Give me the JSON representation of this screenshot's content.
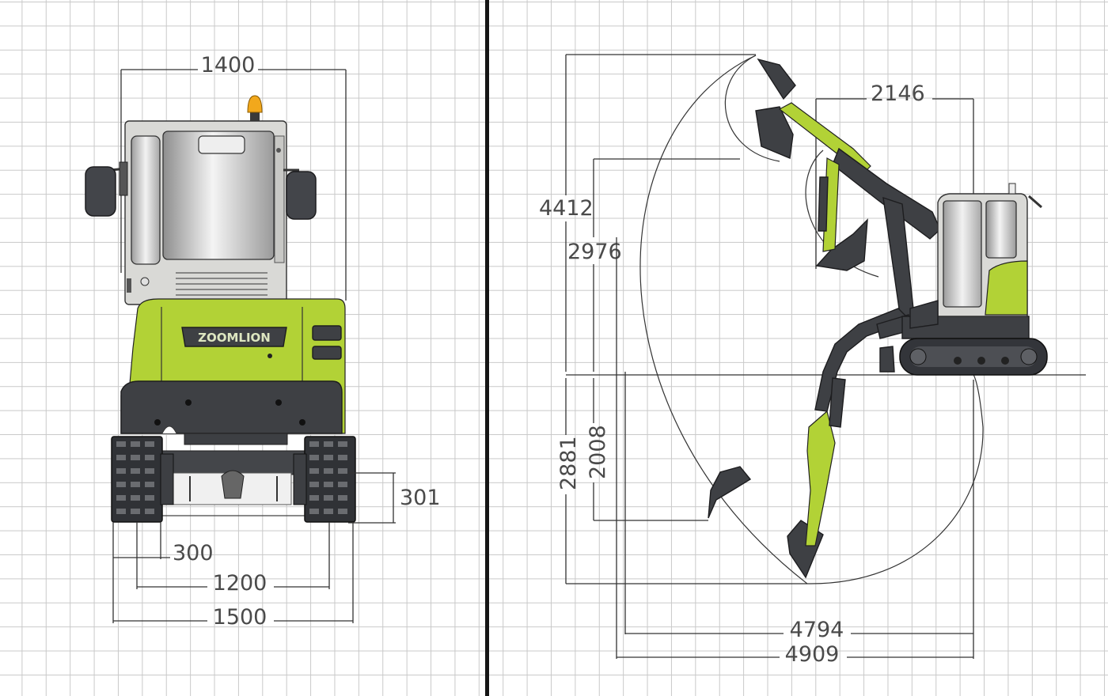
{
  "brand": "ZOOMLION",
  "front_view": {
    "dims": {
      "overall_width": "1400",
      "ground_clearance": "301",
      "track_shoe_width": "300",
      "track_gauge": "1200",
      "track_overall_width": "1500"
    }
  },
  "side_view": {
    "dims": {
      "max_digging_height": "4412",
      "max_dump_height": "2976",
      "min_front_swing_radius": "2146",
      "max_digging_depth": "2881",
      "max_vertical_wall_depth": "2008",
      "max_reach_ground": "4794",
      "max_digging_reach": "4909"
    }
  },
  "colors": {
    "body_green": "#b2d236",
    "body_dark": "#3e4044",
    "beacon": "#f2a81c",
    "grid_line": "#c9c9c9",
    "divider": "#151515"
  }
}
